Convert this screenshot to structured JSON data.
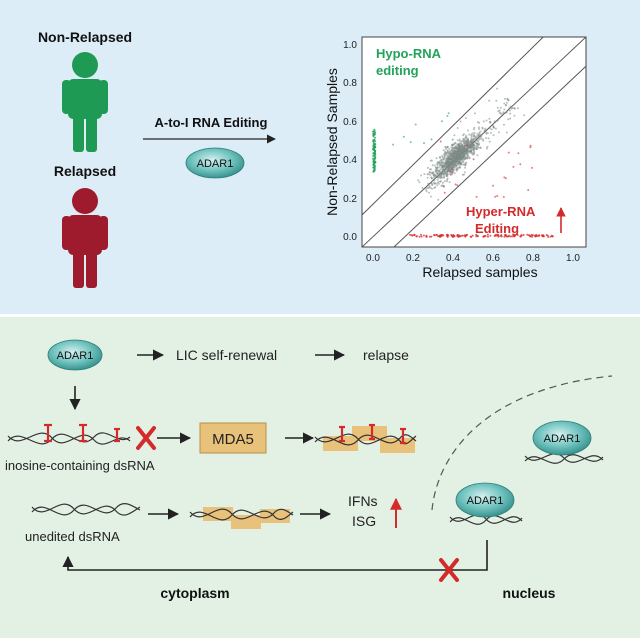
{
  "top_panel": {
    "non_relapsed_label": "Non-Relapsed",
    "relapsed_label": "Relapsed",
    "editing_arrow_label": "A-to-I RNA Editing",
    "adar1_label": "ADAR1"
  },
  "scatter": {
    "ylabel": "Non-Relapsed Samples",
    "xlabel": "Relapsed samples",
    "x_ticks": [
      "0.0",
      "0.2",
      "0.4",
      "0.6",
      "0.8",
      "1.0"
    ],
    "y_ticks": [
      "0.0",
      "0.2",
      "0.4",
      "0.6",
      "0.8",
      "1.0"
    ],
    "hypo_line1": "Hypo-RNA",
    "hypo_line2": "editing",
    "hyper_line1": "Hyper-RNA",
    "hyper_line2": "Editing",
    "colors": {
      "hypo": "#22a35a",
      "hyper": "#d42a2a",
      "neutral": "#7d8a85"
    }
  },
  "bottom_panel": {
    "adar1_top": "ADAR1",
    "lic_label": "LIC self-renewal",
    "relapse_label": "relapse",
    "mda5_label": "MDA5",
    "inosine_label": "inosine-containing dsRNA",
    "unedited_label": "unedited dsRNA",
    "ifns_label": "IFNs",
    "isg_label": "ISG",
    "adar1_nucleus_1": "ADAR1",
    "adar1_nucleus_2": "ADAR1",
    "cytoplasm_label": "cytoplasm",
    "nucleus_label": "nucleus"
  },
  "colors": {
    "top_bg": "#dcedf7",
    "bottom_bg": "#e3f0e4",
    "non_relapsed_person": "#1f9a55",
    "relapsed_person": "#9e1b2e",
    "mda5_box": "#e8c27a",
    "red_mark": "#d42a2a"
  }
}
